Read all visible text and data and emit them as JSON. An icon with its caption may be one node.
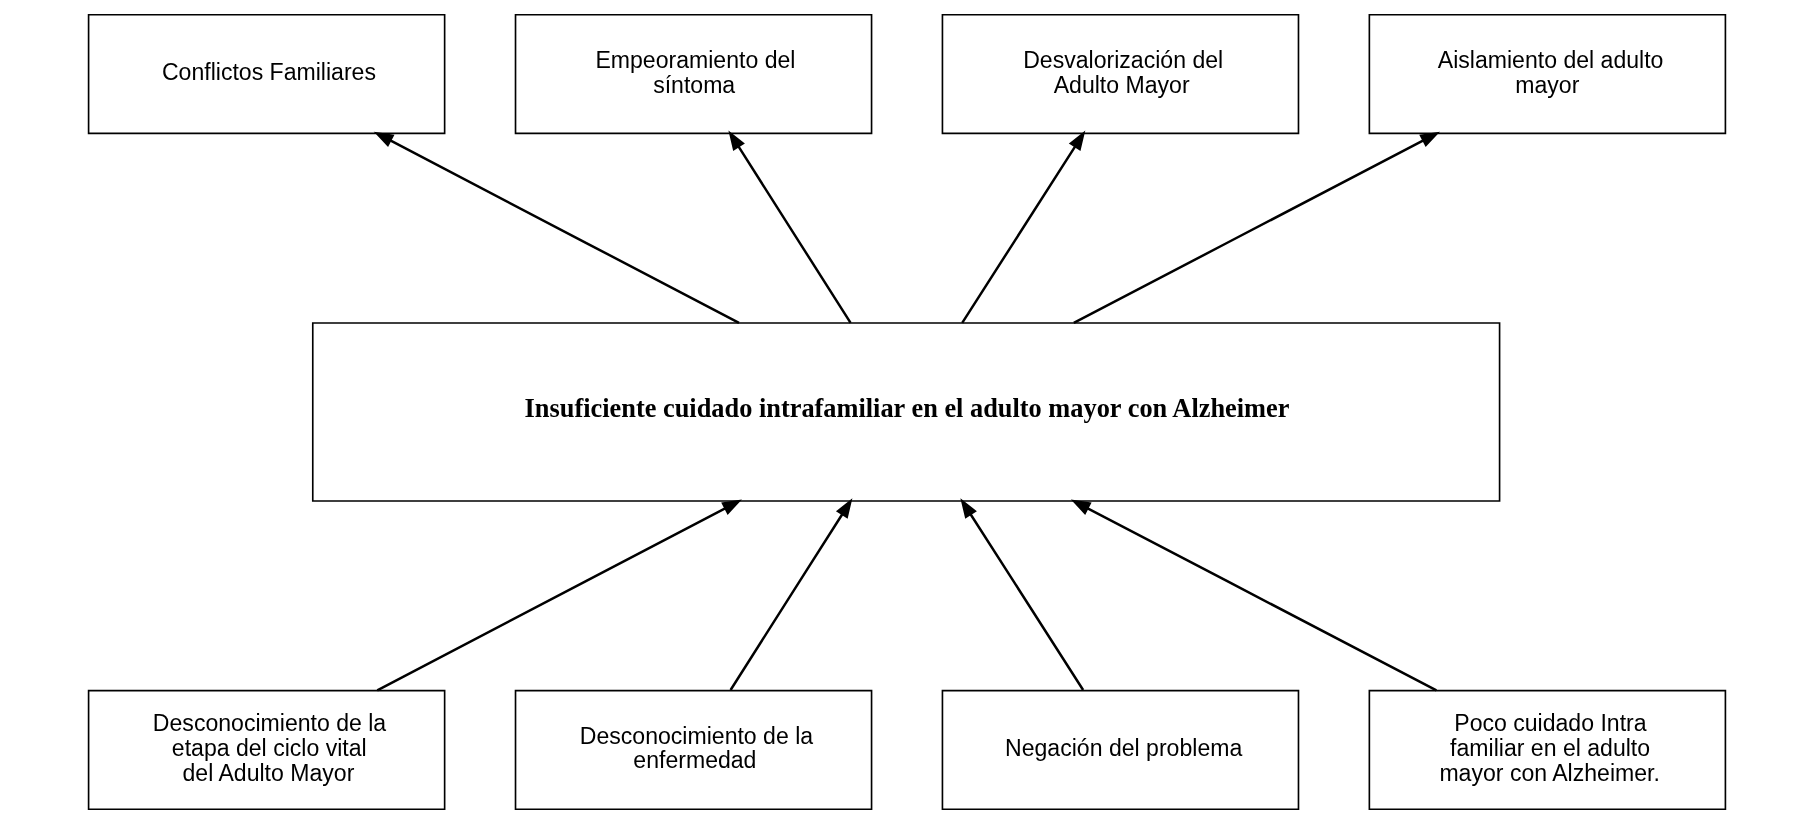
{
  "diagram": {
    "nodes": [
      {
        "text": [
          "Conflictos Familiares"
        ]
      },
      {
        "text": [
          "Empeoramiento del síntoma"
        ]
      },
      {
        "text": [
          "Desvalorización del Adulto Mayor"
        ]
      },
      {
        "text": [
          "Aislamiento del adulto mayor"
        ]
      },
      {
        "text": [
          "Insuficiente cuidado intrafamiliar en el adulto mayor con Alzheimer"
        ]
      },
      {
        "text": [
          "Desconocimiento de la etapa del ciclo vital del Adulto Mayor"
        ]
      },
      {
        "text": [
          "Desconocimiento de la enfermedad"
        ]
      },
      {
        "text": [
          "Negación del problema"
        ]
      },
      {
        "text": [
          "Poco cuidado Intra familiar en el adulto mayor con Alzheimer."
        ]
      }
    ],
    "edges": [
      {
        "from": 4,
        "to": 0,
        "arrow": "to"
      },
      {
        "from": 4,
        "to": 1,
        "arrow": "to"
      },
      {
        "from": 4,
        "to": 2,
        "arrow": "to"
      },
      {
        "from": 4,
        "to": 3,
        "arrow": "to"
      },
      {
        "from": 5,
        "to": 4,
        "arrow": "to"
      },
      {
        "from": 6,
        "to": 4,
        "arrow": "to"
      },
      {
        "from": 7,
        "to": 4,
        "arrow": "to"
      },
      {
        "from": 8,
        "to": 4,
        "arrow": "to"
      }
    ]
  }
}
